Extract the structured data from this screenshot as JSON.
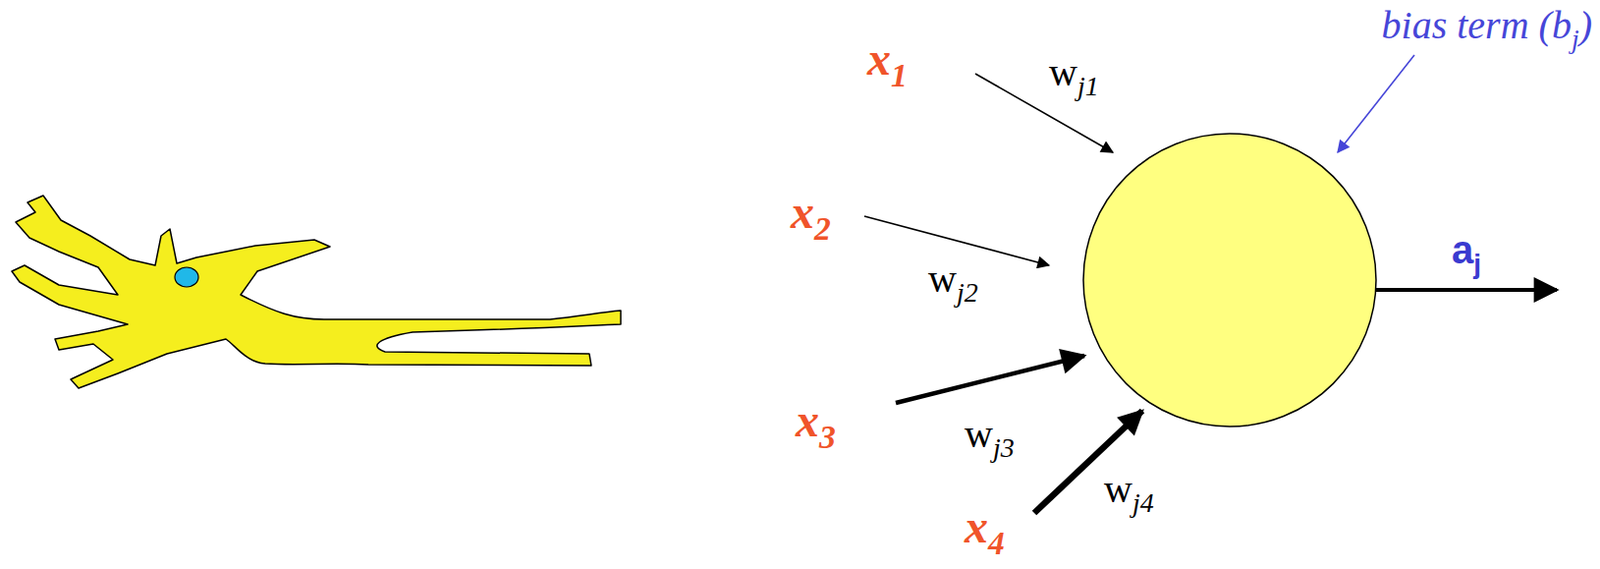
{
  "diagram": {
    "labels": [
      "x1",
      "x2",
      "x3",
      "x4",
      "wj1",
      "wj2",
      "wj3",
      "wj4",
      "bias term (bj)",
      "aj"
    ]
  }
}
